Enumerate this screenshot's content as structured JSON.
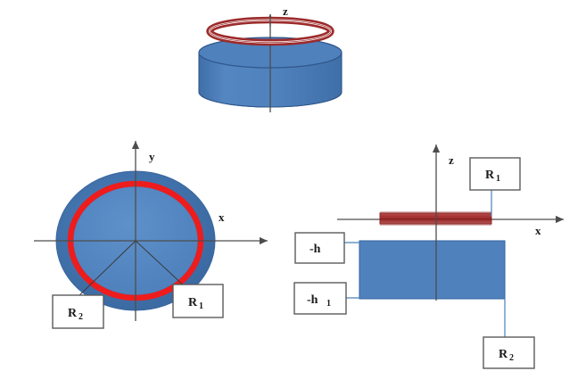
{
  "figure": {
    "title": "",
    "background_color": "#ffffff",
    "colors": {
      "cylinder_blue": "#4f81bd",
      "cylinder_blue_dark": "#3d6da6",
      "cylinder_blue_light": "#5a8cc6",
      "ring_red_dark": "#a83c3c",
      "ring_red_bright": "#ee1c1c",
      "axis_gray": "#4d4d4d",
      "callout_border": "#5a5a5a",
      "leader_blue": "#4a80b8",
      "text_black": "#1a1a1a"
    }
  },
  "views": {
    "perspective": {
      "name": "3d-perspective-view",
      "axis": {
        "label": "z",
        "orientation": "vertical"
      },
      "objects": [
        {
          "name": "current-ring",
          "shape": "torus",
          "color": "#a83c3c"
        },
        {
          "name": "conducting-cylinder",
          "shape": "cylinder",
          "color": "#4f81bd"
        }
      ]
    },
    "top": {
      "name": "xy-plane-top-view",
      "axes": [
        {
          "label": "y",
          "orientation": "vertical"
        },
        {
          "label": "x",
          "orientation": "horizontal"
        }
      ],
      "objects": [
        {
          "name": "outer-disk",
          "shape": "circle",
          "color": "#3d6da6",
          "radius_label": "R₂"
        },
        {
          "name": "inner-disk",
          "shape": "circle",
          "color": "#5a8cc6"
        },
        {
          "name": "current-ring",
          "shape": "ring",
          "color": "#ee1c1c",
          "radius_label": "R₁"
        }
      ],
      "callouts": [
        {
          "name": "callout-r2",
          "base": "R",
          "sub": "2",
          "text": "R₂"
        },
        {
          "name": "callout-r1",
          "base": "R",
          "sub": "1",
          "text": "R₁"
        }
      ]
    },
    "cross_section": {
      "name": "xz-plane-cross-section-view",
      "axes": [
        {
          "label": "z",
          "orientation": "vertical"
        },
        {
          "label": "x",
          "orientation": "horizontal"
        }
      ],
      "objects": [
        {
          "name": "current-ring-cross-section",
          "shape": "rectangle",
          "color": "#a83c3c",
          "radius_label": "R₁"
        },
        {
          "name": "conductor-cross-section",
          "shape": "rectangle",
          "color": "#4f81bd",
          "radius_label": "R₂"
        }
      ],
      "callouts": [
        {
          "name": "callout-r1",
          "base": "R",
          "sub": "1",
          "text": "R₁"
        },
        {
          "name": "callout-minus-h",
          "base": "-h",
          "sub": "",
          "text": "-h"
        },
        {
          "name": "callout-minus-h1",
          "base": "-h",
          "sub": "1",
          "text": "-h₁"
        },
        {
          "name": "callout-r2",
          "base": "R",
          "sub": "2",
          "text": "R₂"
        }
      ]
    }
  },
  "labels": {
    "z_top": "z",
    "y_left": "y",
    "x_left": "x",
    "z_right": "z",
    "x_right": "x",
    "R1": "R",
    "R1_sub": "1",
    "R2": "R",
    "R2_sub": "2",
    "minus_h": "-h",
    "minus_h1": "-h",
    "minus_h1_sub": "1"
  }
}
